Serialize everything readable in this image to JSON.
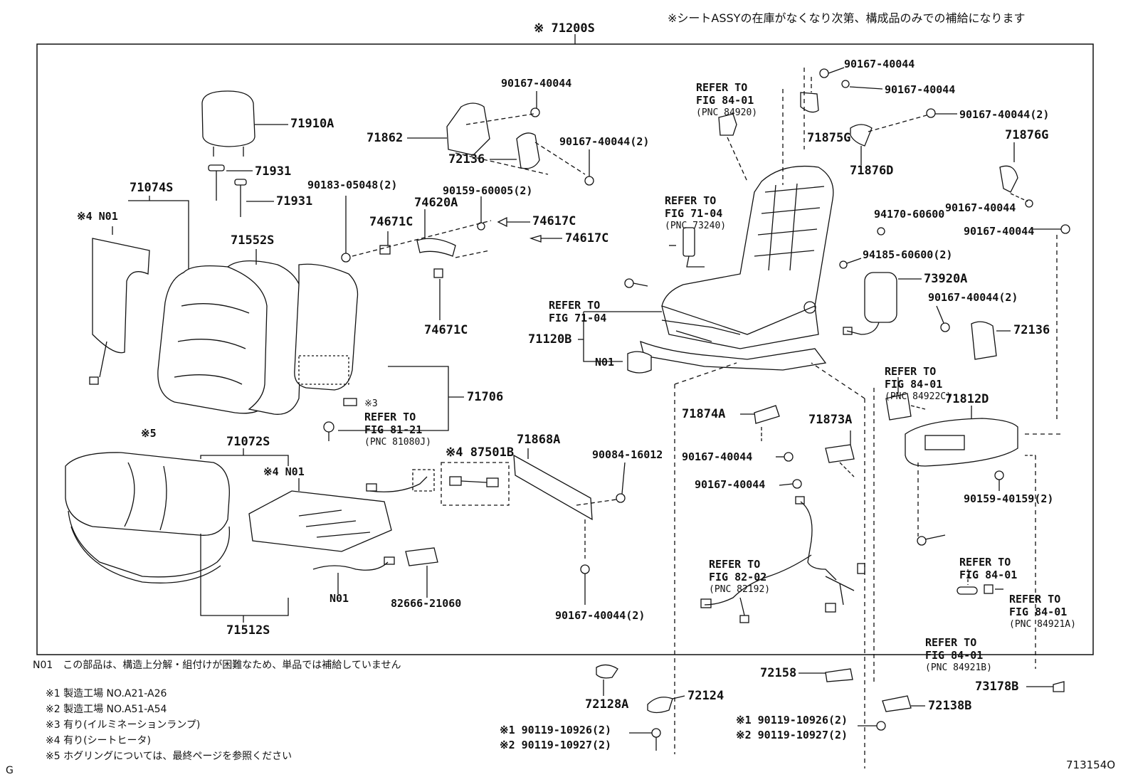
{
  "header": {
    "supply_note": "※シートASSYの在庫がなくなり次第、構成品のみでの補給になります",
    "assembly_part": "※ 71200S"
  },
  "parts": [
    {
      "id": "71910A",
      "label": "71910A"
    },
    {
      "id": "71931a",
      "label": "71931"
    },
    {
      "id": "71931b",
      "label": "71931"
    },
    {
      "id": "71074S",
      "label": "71074S"
    },
    {
      "id": "n01-top",
      "label": "※4 N01"
    },
    {
      "id": "71552S",
      "label": "71552S"
    },
    {
      "id": "71862",
      "label": "71862"
    },
    {
      "id": "90167-40044-a",
      "label": "90167-40044"
    },
    {
      "id": "72136-a",
      "label": "72136"
    },
    {
      "id": "90167-40044-2a",
      "label": "90167-40044(2)"
    },
    {
      "id": "90183-05048",
      "label": "90183-05048(2)"
    },
    {
      "id": "90159-60005",
      "label": "90159-60005(2)"
    },
    {
      "id": "74620A",
      "label": "74620A"
    },
    {
      "id": "74671C-a",
      "label": "74671C"
    },
    {
      "id": "74617C-a",
      "label": "74617C"
    },
    {
      "id": "74617C-b",
      "label": "74617C"
    },
    {
      "id": "74671C-b",
      "label": "74671C"
    },
    {
      "id": "71706",
      "label": "71706"
    },
    {
      "id": "s5",
      "label": "※5"
    },
    {
      "id": "71072S",
      "label": "71072S"
    },
    {
      "id": "n01-mid",
      "label": "※4 N01"
    },
    {
      "id": "87501B",
      "label": "※4 87501B"
    },
    {
      "id": "71868A",
      "label": "71868A"
    },
    {
      "id": "90084-16012",
      "label": "90084-16012"
    },
    {
      "id": "n01-low",
      "label": "N01"
    },
    {
      "id": "82666-21060",
      "label": "82666-21060"
    },
    {
      "id": "71512S",
      "label": "71512S"
    },
    {
      "id": "90167-40044-2b",
      "label": "90167-40044(2)"
    },
    {
      "id": "71120B",
      "label": "71120B"
    },
    {
      "id": "n01-frame",
      "label": "N01"
    },
    {
      "id": "71874A",
      "label": "71874A"
    },
    {
      "id": "71873A",
      "label": "71873A"
    },
    {
      "id": "90167-40044-b",
      "label": "90167-40044"
    },
    {
      "id": "90167-40044-c",
      "label": "90167-40044"
    },
    {
      "id": "90167-40044-d",
      "label": "90167-40044"
    },
    {
      "id": "90167-40044-e",
      "label": "90167-40044"
    },
    {
      "id": "71875G",
      "label": "71875G"
    },
    {
      "id": "90167-40044-2c",
      "label": "90167-40044(2)"
    },
    {
      "id": "71876G",
      "label": "71876G"
    },
    {
      "id": "71876D",
      "label": "71876D"
    },
    {
      "id": "90167-40044-f",
      "label": "90167-40044"
    },
    {
      "id": "90167-40044-g",
      "label": "90167-40044"
    },
    {
      "id": "94170-60600",
      "label": "94170-60600"
    },
    {
      "id": "94185-60600",
      "label": "94185-60600(2)"
    },
    {
      "id": "73920A",
      "label": "73920A"
    },
    {
      "id": "90167-40044-2d",
      "label": "90167-40044(2)"
    },
    {
      "id": "72136-b",
      "label": "72136"
    },
    {
      "id": "71812D",
      "label": "71812D"
    },
    {
      "id": "90159-40159",
      "label": "90159-40159(2)"
    },
    {
      "id": "72158",
      "label": "72158"
    },
    {
      "id": "73178B",
      "label": "73178B"
    },
    {
      "id": "72138B",
      "label": "72138B"
    },
    {
      "id": "72128A",
      "label": "72128A"
    },
    {
      "id": "72124",
      "label": "72124"
    },
    {
      "id": "screw-l1",
      "label": "※1 90119-10926(2)"
    },
    {
      "id": "screw-l2",
      "label": "※2 90119-10927(2)"
    },
    {
      "id": "screw-r1",
      "label": "※1 90119-10926(2)"
    },
    {
      "id": "screw-r2",
      "label": "※2 90119-10927(2)"
    }
  ],
  "refs": [
    {
      "id": "ref-84-01-a",
      "line1": "REFER TO",
      "line2": "FIG 84-01",
      "pnc": "(PNC 84920)"
    },
    {
      "id": "ref-71-04-a",
      "line1": "REFER TO",
      "line2": "FIG 71-04",
      "pnc": "(PNC 73240)"
    },
    {
      "id": "ref-71-04-b",
      "line1": "REFER TO",
      "line2": "FIG 71-04",
      "pnc": ""
    },
    {
      "id": "ref-81-21",
      "line0": "※3",
      "line1": "REFER TO",
      "line2": "FIG 81-21",
      "pnc": "(PNC 81080J)"
    },
    {
      "id": "ref-82-02",
      "line1": "REFER TO",
      "line2": "FIG 82-02",
      "pnc": "(PNC 82192)"
    },
    {
      "id": "ref-84-01-b",
      "line1": "REFER TO",
      "line2": "FIG 84-01",
      "pnc": "(PNC 84922C)"
    },
    {
      "id": "ref-84-01-c",
      "line1": "REFER TO",
      "line2": "FIG 84-01",
      "pnc": ""
    },
    {
      "id": "ref-84-01-d",
      "line1": "REFER TO",
      "line2": "FIG 84-01",
      "pnc": "(PNC 84921A)"
    },
    {
      "id": "ref-84-01-e",
      "line1": "REFER TO",
      "line2": "FIG 84-01",
      "pnc": "(PNC 84921B)"
    }
  ],
  "notes": [
    "N01　この部品は、構造上分解・組付けが困難なため、単品では補給していません",
    "※1 製造工場 NO.A21-A26",
    "※2 製造工場 NO.A51-A54",
    "※3 有り(イルミネーションランプ)",
    "※4 有り(シートヒータ)",
    "※5 ホグリングについては、最終ページを参照ください"
  ],
  "footer": {
    "left_mark": "G",
    "figure_code": "713154O"
  }
}
